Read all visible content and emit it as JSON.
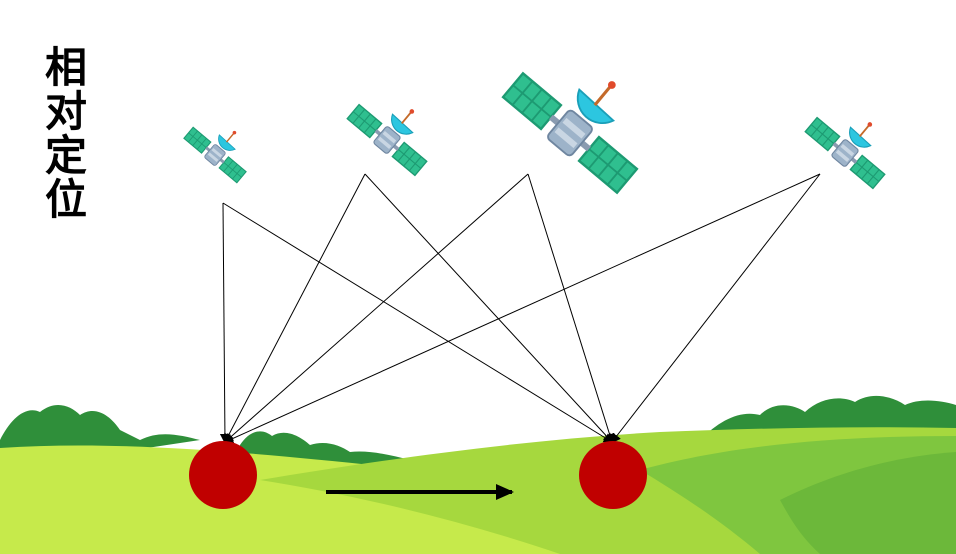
{
  "title": "相对定位",
  "colors": {
    "sky": "#ffffff",
    "hill_far_dark": "#2f8f3a",
    "hill_far": "#3aa33f",
    "grass_left": "#c6ea4b",
    "grass_mid": "#a6d83e",
    "grass_right": "#6cb83a",
    "grass_right_light": "#7fc63f",
    "receiver": "#c00000",
    "line": "#000000",
    "arrow": "#000000",
    "satellite_panel": "#2fbf8f",
    "satellite_panel_dark": "#1d9a72",
    "satellite_body": "#9db3c9",
    "satellite_dish": "#2cc6e0"
  },
  "satellites": [
    {
      "name": "satellite-1",
      "icon": "satellite-icon"
    },
    {
      "name": "satellite-2",
      "icon": "satellite-icon"
    },
    {
      "name": "satellite-3",
      "icon": "satellite-icon"
    },
    {
      "name": "satellite-4",
      "icon": "satellite-icon"
    }
  ],
  "receivers": [
    {
      "name": "receiver-left"
    },
    {
      "name": "receiver-right"
    }
  ],
  "arrow": {
    "icon": "right-arrow-icon"
  }
}
